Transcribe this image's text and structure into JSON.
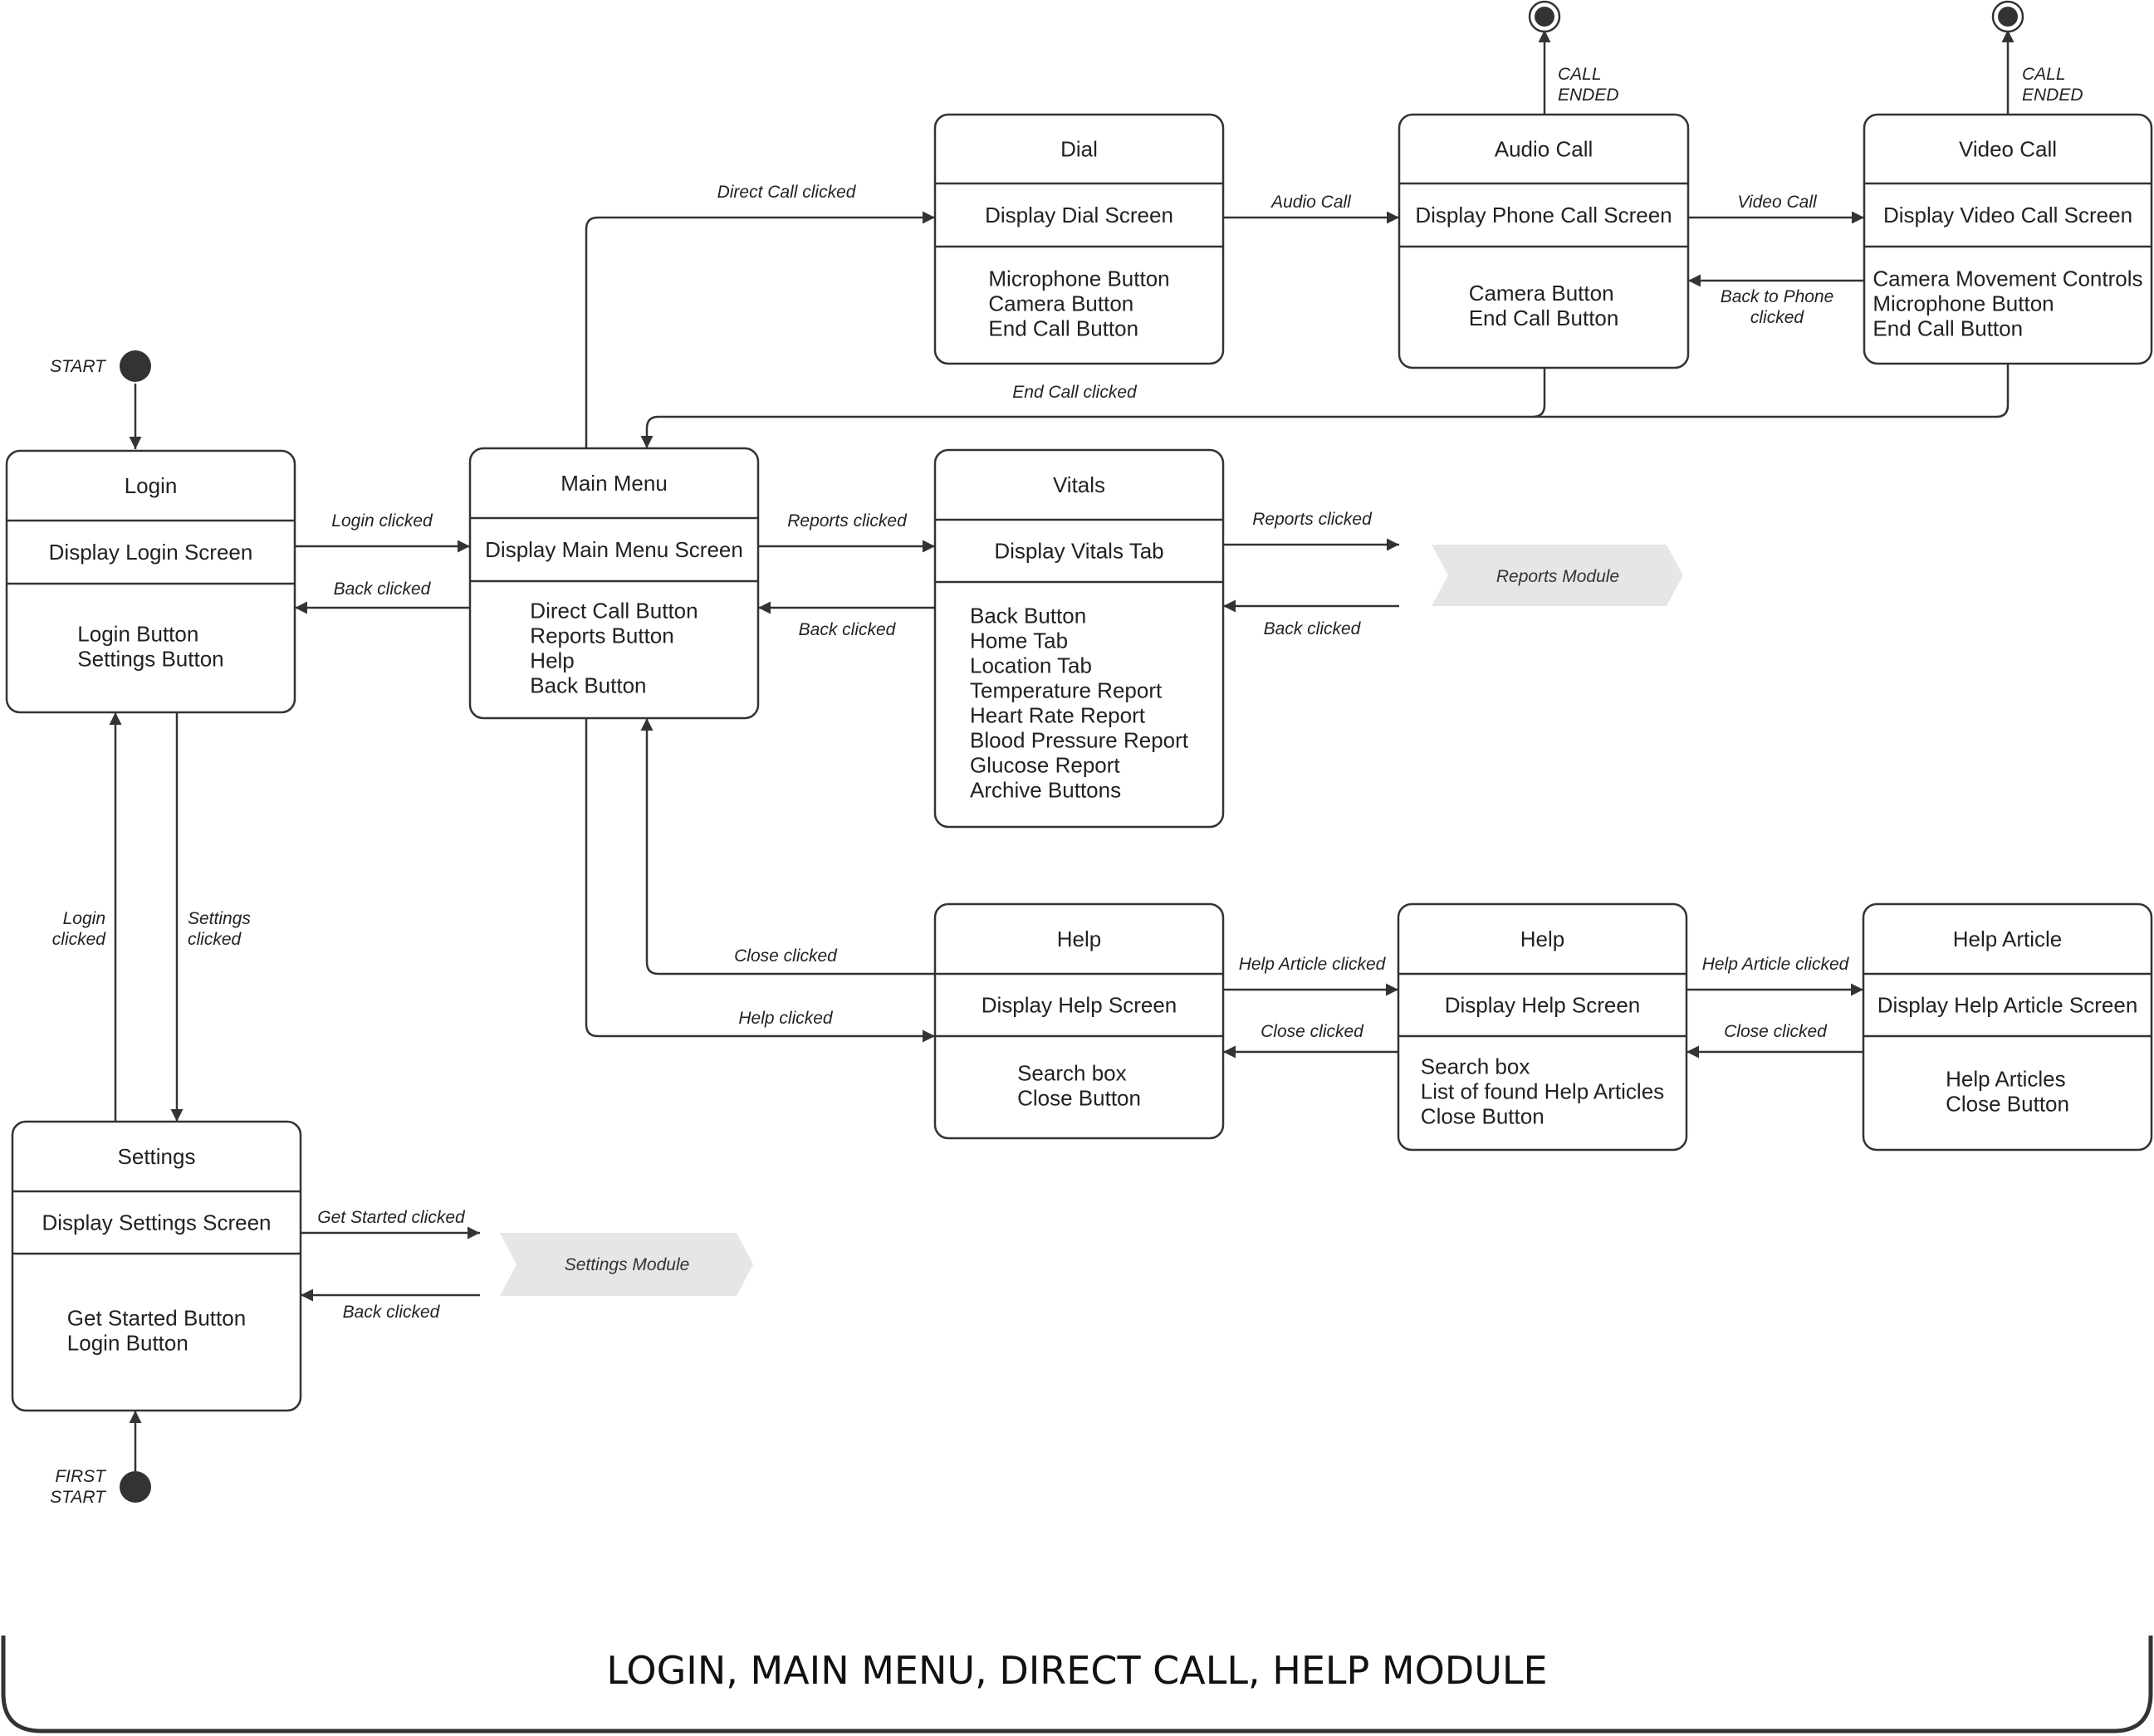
{
  "diagram": {
    "footer_title": "LOGIN, MAIN MENU, DIRECT CALL, HELP MODULE",
    "states": {
      "login": {
        "name": "Login",
        "action": "Display Login Screen",
        "items": [
          "Login Button",
          "Settings Button"
        ]
      },
      "main_menu": {
        "name": "Main Menu",
        "action": "Display Main Menu Screen",
        "items": [
          "Direct Call Button",
          "Reports Button",
          "Help",
          "Back Button"
        ]
      },
      "dial": {
        "name": "Dial",
        "action": "Display Dial Screen",
        "items": [
          "Microphone Button",
          "Camera Button",
          "End Call Button"
        ]
      },
      "audio_call": {
        "name": "Audio Call",
        "action": "Display Phone Call Screen",
        "items": [
          "Camera Button",
          "End Call Button"
        ]
      },
      "video_call": {
        "name": "Video Call",
        "action": "Display Video Call Screen",
        "items": [
          "Camera Movement Controls",
          "Microphone Button",
          "End Call Button"
        ]
      },
      "vitals": {
        "name": "Vitals",
        "action": "Display Vitals Tab",
        "items": [
          "Back Button",
          "Home Tab",
          "Location Tab",
          "Temperature Report",
          "Heart Rate Report",
          "Blood Pressure Report",
          "Glucose Report",
          "Archive Buttons"
        ]
      },
      "help1": {
        "name": "Help",
        "action": "Display Help Screen",
        "items": [
          "Search box",
          "Close Button"
        ]
      },
      "help2": {
        "name": "Help",
        "action": "Display Help Screen",
        "items": [
          "Search box",
          "List of found Help Articles",
          "Close Button"
        ]
      },
      "help_article": {
        "name": "Help Article",
        "action": "Display Help Article Screen",
        "items": [
          "Help Articles",
          "Close Button"
        ]
      },
      "settings": {
        "name": "Settings",
        "action": "Display Settings Screen",
        "items": [
          "Get Started Button",
          "Login Button"
        ]
      }
    },
    "modules": {
      "reports": "Reports Module",
      "settings": "Settings Module"
    },
    "pseudo_states": {
      "start": "START",
      "first_start_1": "FIRST",
      "first_start_2": "START",
      "call_ended_1": "CALL",
      "call_ended_2": "ENDED"
    },
    "transitions": {
      "login_clicked": "Login clicked",
      "back_clicked": "Back clicked",
      "direct_call_clicked": "Direct Call clicked",
      "audio_call": "Audio Call",
      "video_call": "Video Call",
      "back_to_phone_1": "Back to Phone",
      "back_to_phone_2": "clicked",
      "end_call_clicked": "End Call clicked",
      "reports_clicked": "Reports clicked",
      "close_clicked": "Close clicked",
      "help_clicked": "Help clicked",
      "help_article_clicked": "Help Article clicked",
      "get_started_clicked": "Get Started clicked",
      "login_v_1": "Login",
      "login_v_2": "clicked",
      "settings_v_1": "Settings",
      "settings_v_2": "clicked"
    }
  }
}
